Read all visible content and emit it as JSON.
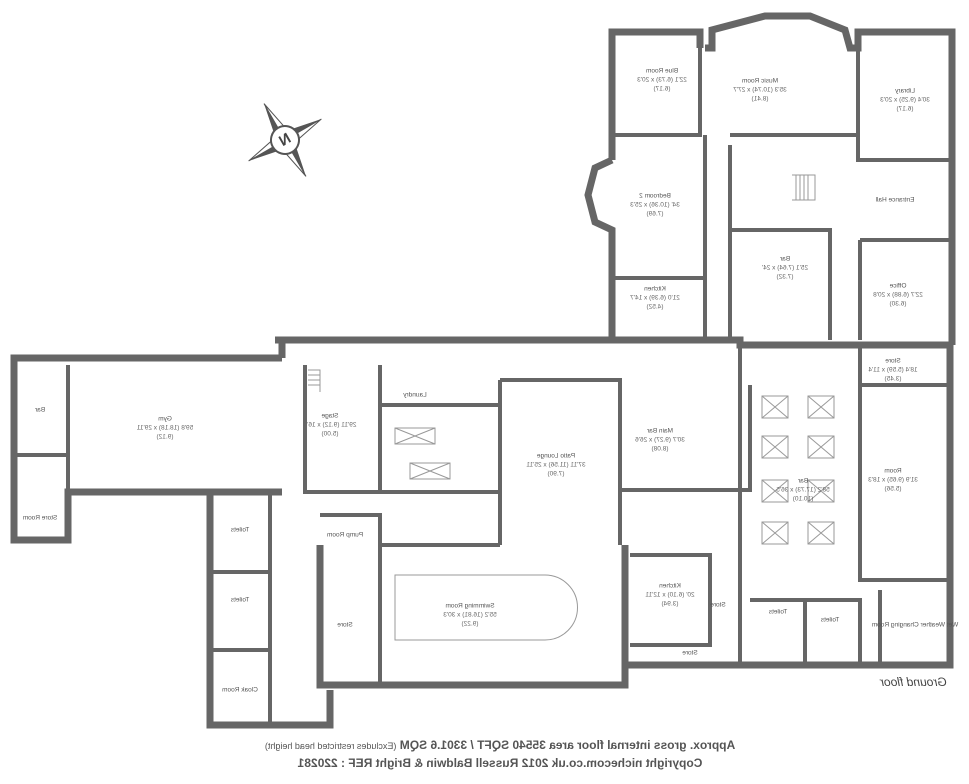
{
  "plan": {
    "floor_label": "Ground floor",
    "area_note": "Approx. gross internal floor area 35540 SQFT / 3301.6 SQM",
    "area_note_small": "(Excludes restricted head height)",
    "copyright": "Copyright nichecom.co.uk 2012 Russell Baldwin & Bright REF : 220281",
    "compass": "N",
    "text_mirrored": true,
    "colors": {
      "wall": "#666666",
      "fixture": "#999999"
    },
    "rooms": [
      {
        "name": "Blue Room",
        "dims": "22'1 (6.73) x 20'3 (6.17)"
      },
      {
        "name": "Music Room",
        "dims": "35'3 (10.74) x 27'7 (8.41)"
      },
      {
        "name": "Library",
        "dims": "30'4 (9.25) x 20'3 (6.17)"
      },
      {
        "name": "Bedroom 2",
        "dims": "34' (10.36) x 25'3 (7.69)"
      },
      {
        "name": "Entrance Hall",
        "dims": ""
      },
      {
        "name": "Bar",
        "dims": "25'1 (7.64) x 24' (7.32)"
      },
      {
        "name": "Office",
        "dims": "22'7 (6.88) x 20'8 (6.30)"
      },
      {
        "name": "Kitchen",
        "dims": "21'0 (6.39) x 14'7 (4.52)"
      },
      {
        "name": "Store",
        "dims": "18'4 (5.59) x 11'4 (3.45)"
      },
      {
        "name": "Gym",
        "dims": "59'8 (18.18) x 29'11 (9.12)"
      },
      {
        "name": "Stage",
        "dims": "29'11 (9.12) x 16'5 (5.00)"
      },
      {
        "name": "Laundry",
        "dims": ""
      },
      {
        "name": "Main Bar",
        "dims": "30'7 (9.27) x 26'6 (8.08)"
      },
      {
        "name": "Patio Lounge",
        "dims": "37'11 (11.56) x 25'11 (7.90)"
      },
      {
        "name": "Bar",
        "dims": "58'2 (17.73) x 36'5 (10.10)"
      },
      {
        "name": "Room",
        "dims": "31'9 (9.65) x 18'3 (5.56)"
      },
      {
        "name": "Bar",
        "dims": ""
      },
      {
        "name": "Store Room",
        "dims": ""
      },
      {
        "name": "Toilets",
        "dims": ""
      },
      {
        "name": "Pump Room",
        "dims": ""
      },
      {
        "name": "Swimming Room",
        "dims": "55'2 (16.81) x 30'3 (9.22)"
      },
      {
        "name": "Store",
        "dims": ""
      },
      {
        "name": "Kitchen",
        "dims": "20' (6.10) x 12'11 (3.94)"
      },
      {
        "name": "Store",
        "dims": ""
      },
      {
        "name": "Toilets",
        "dims": ""
      },
      {
        "name": "Toilets",
        "dims": ""
      },
      {
        "name": "Wet Weather Changing Room",
        "dims": ""
      },
      {
        "name": "Toilets",
        "dims": ""
      },
      {
        "name": "Cloak Room",
        "dims": ""
      },
      {
        "name": "Store",
        "dims": ""
      }
    ]
  }
}
